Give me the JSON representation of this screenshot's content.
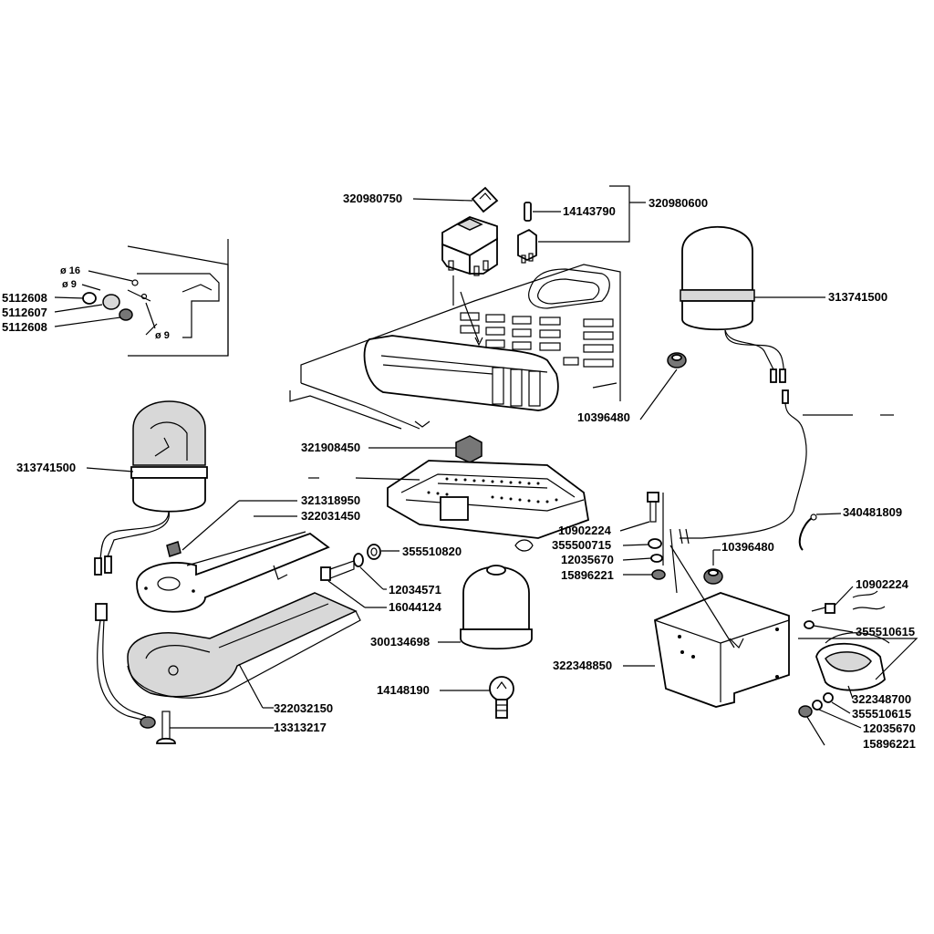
{
  "diagram": {
    "labels": {
      "p320980750": "320980750",
      "p14143790": "14143790",
      "p320980600": "320980600",
      "p313741500_right": "313741500",
      "p10396480_top": "10396480",
      "p313741500_left": "313741500",
      "p321908450": "321908450",
      "p321318950": "321318950",
      "p322031450": "322031450",
      "p355510820": "355510820",
      "p12034571": "12034571",
      "p16044124": "16044124",
      "p300134698": "300134698",
      "p14148190": "14148190",
      "p322032150": "322032150",
      "p13313217": "13313217",
      "p10902224_mid": "10902224",
      "p355500715": "355500715",
      "p12035670_mid": "12035670",
      "p15896221_mid": "15896221",
      "p10396480_mid": "10396480",
      "p340481809": "340481809",
      "p322348850": "322348850",
      "p10902224_right": "10902224",
      "p355510615_top": "355510615",
      "p322348700": "322348700",
      "p355510615_bot": "355510615",
      "p12035670_right": "12035670",
      "p15896221_right": "15896221",
      "p5112608_top": "5112608",
      "p5112607": "5112607",
      "p5112608_bot": "5112608",
      "dia16": "ø 16",
      "dia9_top": "ø 9",
      "dia9_bot": "ø 9"
    }
  }
}
